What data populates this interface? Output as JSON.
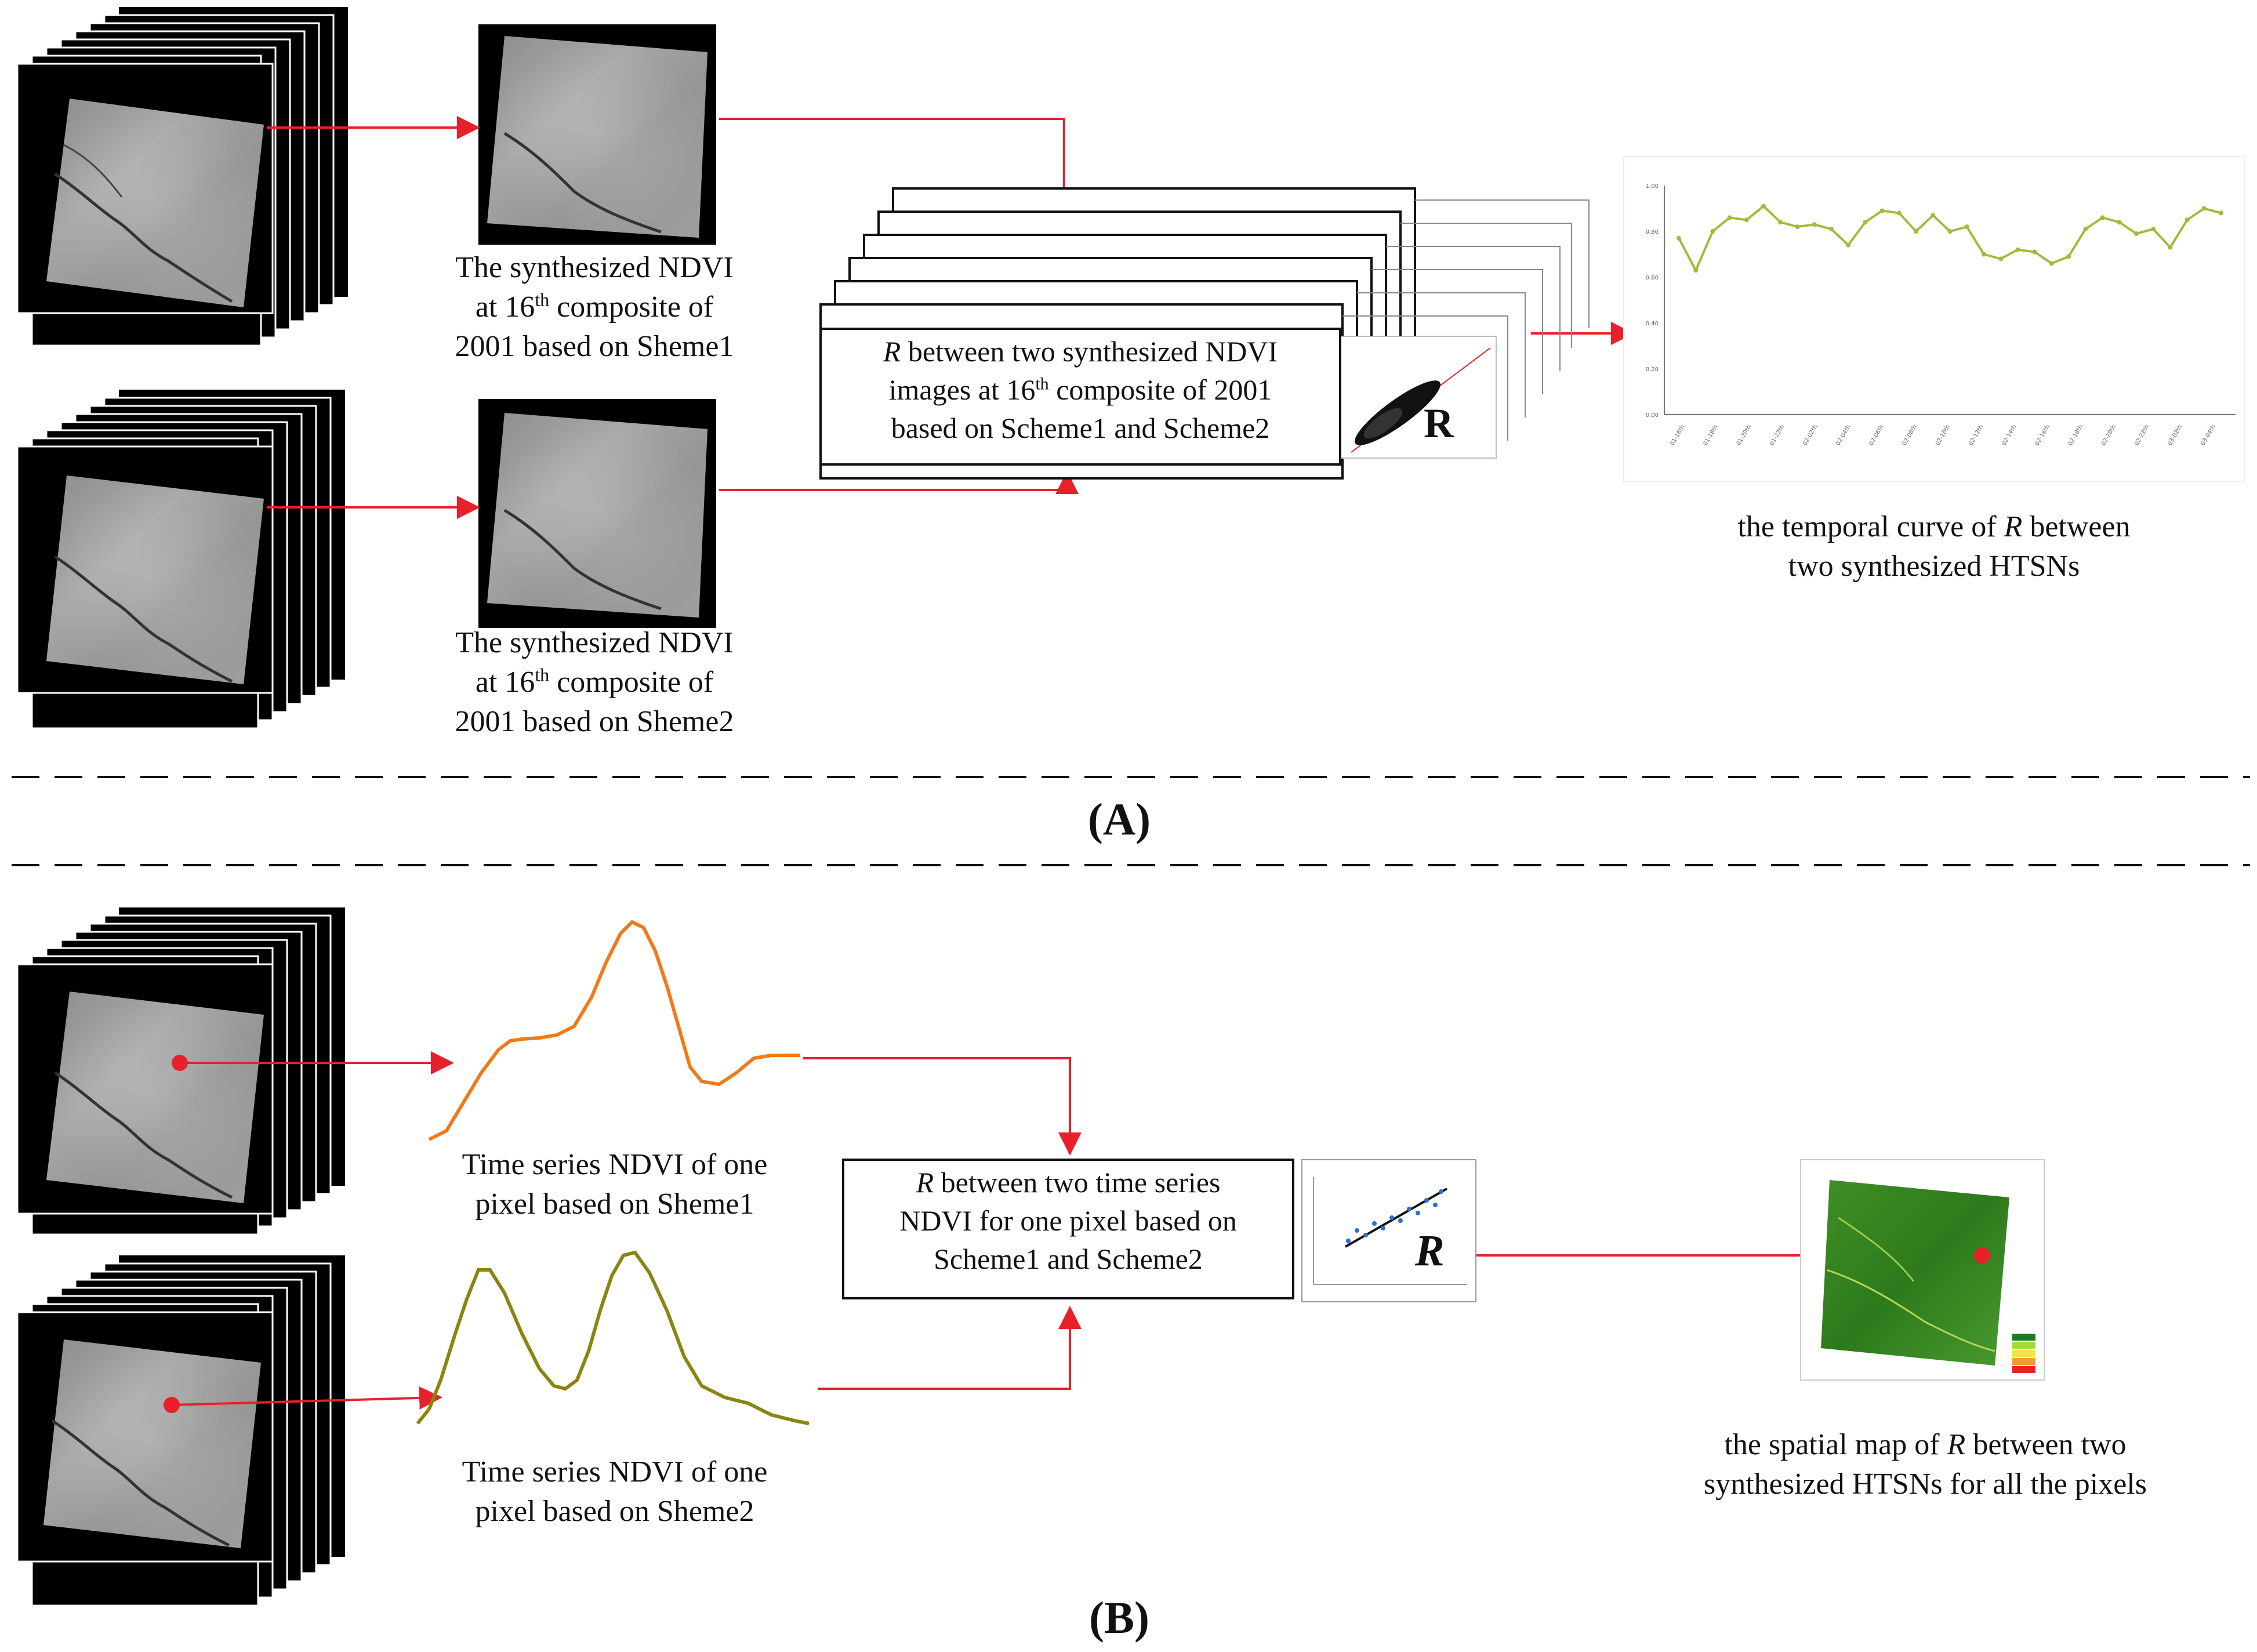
{
  "panel_a": {
    "label": "(A)",
    "scheme1_caption": {
      "line1": "The synthesized  NDVI",
      "line2_pre": "at 16",
      "line2_sup": "th",
      "line2_post": " composite of",
      "line3": "2001 based on Sheme1"
    },
    "scheme2_caption": {
      "line1": "The synthesized  NDVI",
      "line2_pre": "at 16",
      "line2_sup": "th",
      "line2_post": " composite of",
      "line3": "2001 based on Sheme2"
    },
    "r_box": {
      "r_symbol": "R",
      "line1_post": " between two  synthesized NDVI",
      "line2_pre": "images at 16",
      "line2_sup": "th",
      "line2_post": " composite of 2001",
      "line3": "based on Scheme1 and Scheme2"
    },
    "scatter_label": "R",
    "temporal_curve_caption": {
      "line1_pre": "the temporal curve of ",
      "line1_r": "R",
      "line1_post": " between",
      "line2": "two synthesized HTSNs"
    }
  },
  "panel_b": {
    "label": "(B)",
    "scheme1_caption": {
      "line1": "Time series NDVI  of one",
      "line2": "pixel based on Sheme1"
    },
    "scheme2_caption": {
      "line1": "Time series NDVI  of one",
      "line2": "pixel based on Sheme2"
    },
    "r_box": {
      "r_symbol": "R",
      "line1_post": " between two time series",
      "line2": "NDVI for one pixel based on",
      "line3": "Scheme1 and Scheme2"
    },
    "scatter_label": "R",
    "spatial_map_caption": {
      "line1_pre": "the spatial map of ",
      "line1_r": "R",
      "line1_post": " between two",
      "line2": "synthesized HTSNs for all the pixels"
    }
  },
  "colors": {
    "arrow": "#e8202a",
    "scheme1_curve": "#f07a1a",
    "scheme2_curve": "#8a8410",
    "temporal_line": "#a8b83a",
    "map_green": "#2f7a1e",
    "scatter_point": "#2b6fd1"
  },
  "chart_data": {
    "type": "line",
    "x": [
      "01-16th",
      "01-18th",
      "01-20th",
      "01-22th",
      "02-02th",
      "02-04th",
      "02-06th",
      "02-08th",
      "02-10th",
      "02-12th",
      "02-14th",
      "02-16th",
      "02-18th",
      "02-20th",
      "02-22th",
      "03-02th",
      "03-04th"
    ],
    "series": [
      {
        "values": [
          0.77,
          0.63,
          0.8,
          0.86,
          0.85,
          0.91,
          0.84,
          0.82,
          0.83,
          0.81,
          0.74,
          0.84,
          0.89,
          0.88,
          0.8,
          0.87,
          0.8,
          0.82,
          0.7,
          0.68,
          0.72,
          0.71,
          0.66,
          0.69,
          0.81,
          0.86,
          0.84,
          0.79,
          0.81,
          0.73,
          0.85,
          0.9,
          0.88
        ]
      }
    ],
    "y_ticks": [
      "1.00",
      "0.80",
      "0.60",
      "0.40",
      "0.20",
      "0.00"
    ],
    "ylim": [
      0,
      1
    ]
  }
}
